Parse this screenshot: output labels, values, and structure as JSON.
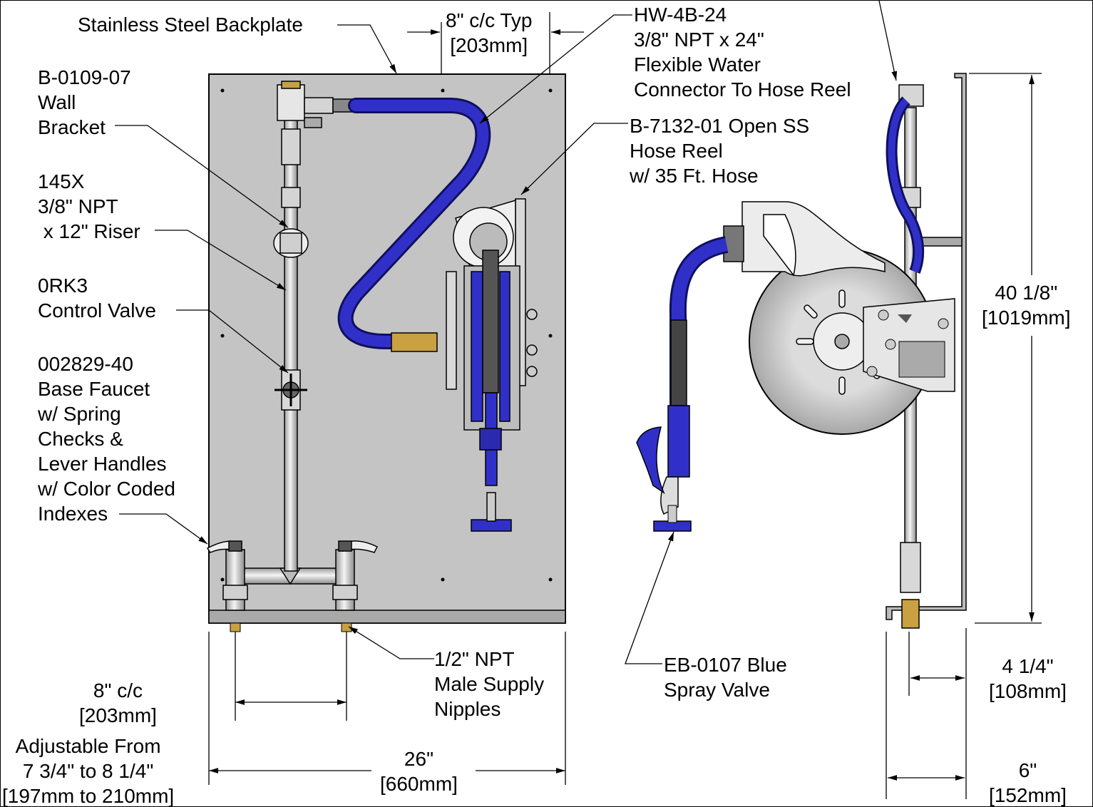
{
  "labels": {
    "backplate": "Stainless Steel Backplate",
    "spacing_top": "8\" c/c Typ\n[203mm]",
    "connector": "HW-4B-24\n3/8\" NPT x 24\"\nFlexible Water\nConnector To Hose Reel",
    "bracket": "B-0109-07\nWall\nBracket",
    "riser": "145X\n3/8\" NPT\n x 12\" Riser",
    "valve": "0RK3\nControl Valve",
    "faucet": "002829-40\nBase Faucet\nw/ Spring\nChecks &\nLever Handles\nw/ Color Coded\nIndexes",
    "reel": "B-7132-01 Open SS\nHose Reel\nw/ 35 Ft. Hose",
    "nipples": "1/2\" NPT\nMale Supply\nNipples",
    "spray": "EB-0107 Blue\nSpray Valve",
    "cc_bottom": "8\" c/c\n[203mm]",
    "adjustable": "Adjustable From\n7 3/4\" to 8 1/4\"\n[197mm to 210mm]",
    "width": "26\"\n[660mm]",
    "height": "40 1/8\"\n[1019mm]",
    "depth_1": "4 1/4\"\n[108mm]",
    "depth_2": "6\"\n[152mm]"
  },
  "colors": {
    "hose": "#3030c8",
    "backplate": "#c4c4c4",
    "steel": "#e2e2e2",
    "brass": "#c9a042"
  }
}
